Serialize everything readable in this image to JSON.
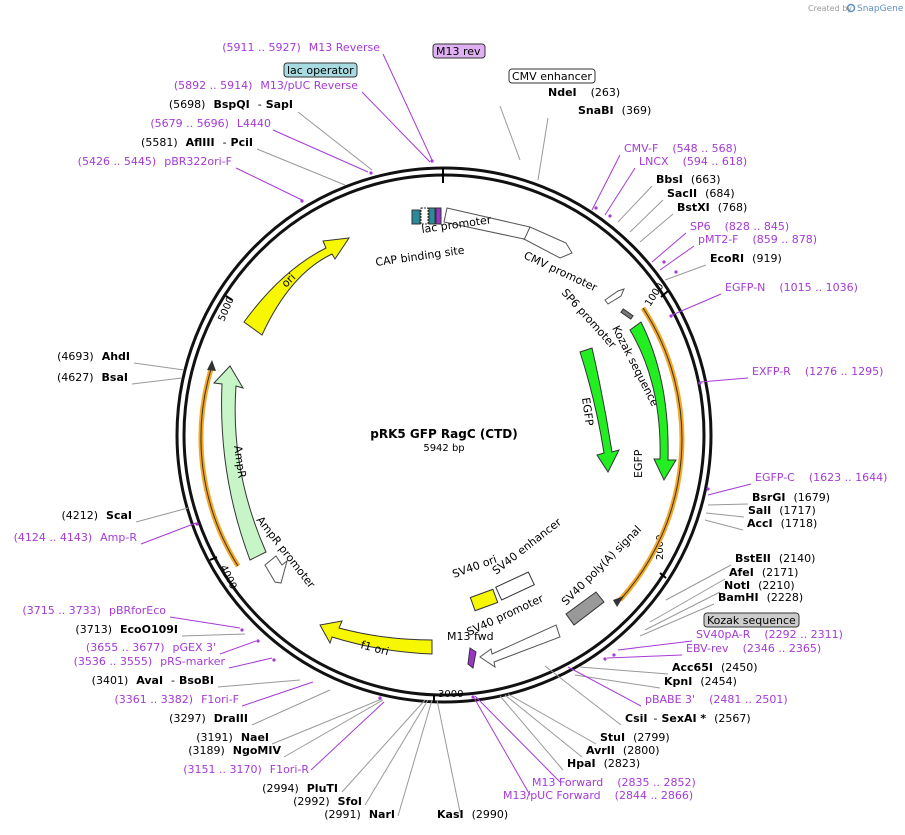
{
  "credit": {
    "prefix": "Created by",
    "brand": "SnapGene"
  },
  "plasmid": {
    "name": "pRK5 GFP RagC (CTD)",
    "size": "5942 bp"
  },
  "colors": {
    "primer": "#a53ad6",
    "enzyme": "#000000",
    "ori": "#f7f700",
    "egfp": "#22ee22",
    "ampr": "#c8f5c8",
    "orange": "#f5a623",
    "grey": "#999999",
    "arrow_outline": "#555555"
  },
  "ticks": [
    "1000",
    "2000",
    "3000",
    "4000",
    "5000"
  ],
  "boxed_labels": {
    "m13_rev": "M13 rev",
    "lac_operator": "lac operator",
    "cmv_enhancer": "CMV enhancer",
    "kozak_sequence": "Kozak sequence"
  },
  "features": {
    "lac_promoter": "lac promoter",
    "cap_binding_site": "CAP binding site",
    "cmv_promoter": "CMV promoter",
    "sp6_promoter": "SP6 promoter",
    "kozak_sequence": "Kozak sequence",
    "egfp_inner": "EGFP",
    "egfp_outer": "EGFP",
    "sv40_polya": "SV40 poly(A) signal",
    "sv40_ori": "SV40 ori",
    "sv40_enhancer": "SV40 enhancer",
    "sv40_promoter": "SV40 promoter",
    "m13_fwd": "M13 fwd",
    "f1_ori": "f1 ori",
    "ampr_promoter": "AmpR promoter",
    "ampr": "AmpR",
    "ori": "ori"
  },
  "right_labels": [
    {
      "pos": "(263)",
      "name": "NdeI",
      "kind": "enzyme"
    },
    {
      "pos": "(369)",
      "name": "SnaBI",
      "kind": "enzyme"
    },
    {
      "name": "CMV-F",
      "pos": "(548 .. 568)",
      "kind": "primer"
    },
    {
      "name": "LNCX",
      "pos": "(594 .. 618)",
      "kind": "primer"
    },
    {
      "name": "BbsI",
      "pos": "(663)",
      "kind": "enzyme"
    },
    {
      "name": "SacII",
      "pos": "(684)",
      "kind": "enzyme"
    },
    {
      "name": "BstXI",
      "pos": "(768)",
      "kind": "enzyme"
    },
    {
      "name": "SP6",
      "pos": "(828 .. 845)",
      "kind": "primer"
    },
    {
      "name": "pMT2-F",
      "pos": "(859 .. 878)",
      "kind": "primer"
    },
    {
      "name": "EcoRI",
      "pos": "(919)",
      "kind": "enzyme"
    },
    {
      "name": "EGFP-N",
      "pos": "(1015 .. 1036)",
      "kind": "primer"
    },
    {
      "name": "EXFP-R",
      "pos": "(1276 .. 1295)",
      "kind": "primer"
    },
    {
      "name": "EGFP-C",
      "pos": "(1623 .. 1644)",
      "kind": "primer"
    },
    {
      "name": "BsrGI",
      "pos": "(1679)",
      "kind": "enzyme"
    },
    {
      "name": "SalI",
      "pos": "(1717)",
      "kind": "enzyme"
    },
    {
      "name": "AccI",
      "pos": "(1718)",
      "kind": "enzyme"
    },
    {
      "name": "BstEII",
      "pos": "(2140)",
      "kind": "enzyme"
    },
    {
      "name": "AfeI",
      "pos": "(2171)",
      "kind": "enzyme"
    },
    {
      "name": "NotI",
      "pos": "(2210)",
      "kind": "enzyme"
    },
    {
      "name": "BamHI",
      "pos": "(2228)",
      "kind": "enzyme"
    },
    {
      "name": "SV40pA-R",
      "pos": "(2292 .. 2311)",
      "kind": "primer"
    },
    {
      "name": "EBV-rev",
      "pos": "(2346 .. 2365)",
      "kind": "primer"
    },
    {
      "name": "Acc65I",
      "pos": "(2450)",
      "kind": "enzyme"
    },
    {
      "name": "KpnI",
      "pos": "(2454)",
      "kind": "enzyme"
    },
    {
      "name": "pBABE 3'",
      "pos": "(2481 .. 2501)",
      "kind": "primer"
    },
    {
      "name": "CsiI",
      "sep": "-",
      "name2": "SexAI *",
      "pos": "(2567)",
      "kind": "enzyme"
    },
    {
      "name": "StuI",
      "pos": "(2799)",
      "kind": "enzyme"
    },
    {
      "name": "AvrII",
      "pos": "(2800)",
      "kind": "enzyme"
    },
    {
      "name": "HpaI",
      "pos": "(2823)",
      "kind": "enzyme"
    },
    {
      "name": "M13 Forward",
      "pos": "(2835 .. 2852)",
      "kind": "primer"
    },
    {
      "name": "M13/pUC Forward",
      "pos": "(2844 .. 2866)",
      "kind": "primer"
    },
    {
      "name": "KasI",
      "pos": "(2990)",
      "kind": "enzyme"
    }
  ],
  "left_labels": [
    {
      "pos": "(5911 .. 5927)",
      "name": "M13 Reverse",
      "kind": "primer"
    },
    {
      "pos": "(5892 .. 5914)",
      "name": "M13/pUC Reverse",
      "kind": "primer"
    },
    {
      "pos": "(5698)",
      "name": "BspQI",
      "sep": "-",
      "name2": "SapI",
      "kind": "enzyme"
    },
    {
      "pos": "(5679 .. 5696)",
      "name": "L4440",
      "kind": "primer"
    },
    {
      "pos": "(5581)",
      "name": "AflIII",
      "sep": "-",
      "name2": "PciI",
      "kind": "enzyme"
    },
    {
      "pos": "(5426 .. 5445)",
      "name": "pBR322ori-F",
      "kind": "primer"
    },
    {
      "pos": "(4693)",
      "name": "AhdI",
      "kind": "enzyme"
    },
    {
      "pos": "(4627)",
      "name": "BsaI",
      "kind": "enzyme"
    },
    {
      "pos": "(4212)",
      "name": "ScaI",
      "kind": "enzyme"
    },
    {
      "pos": "(4124 .. 4143)",
      "name": "Amp-R",
      "kind": "primer"
    },
    {
      "pos": "(3715 .. 3733)",
      "name": "pBRforEco",
      "kind": "primer"
    },
    {
      "pos": "(3713)",
      "name": "EcoO109I",
      "kind": "enzyme"
    },
    {
      "pos": "(3655 .. 3677)",
      "name": "pGEX 3'",
      "kind": "primer"
    },
    {
      "pos": "(3536 .. 3555)",
      "name": "pRS-marker",
      "kind": "primer"
    },
    {
      "pos": "(3401)",
      "name": "AvaI",
      "sep": "-",
      "name2": "BsoBI",
      "kind": "enzyme"
    },
    {
      "pos": "(3361 .. 3382)",
      "name": "F1ori-F",
      "kind": "primer"
    },
    {
      "pos": "(3297)",
      "name": "DraIII",
      "kind": "enzyme"
    },
    {
      "pos": "(3191)",
      "name": "NaeI",
      "kind": "enzyme"
    },
    {
      "pos": "(3189)",
      "name": "NgoMIV",
      "kind": "enzyme"
    },
    {
      "pos": "(3151 .. 3170)",
      "name": "F1ori-R",
      "kind": "primer"
    },
    {
      "pos": "(2994)",
      "name": "PluTI",
      "kind": "enzyme"
    },
    {
      "pos": "(2992)",
      "name": "SfoI",
      "kind": "enzyme"
    },
    {
      "pos": "(2991)",
      "name": "NarI",
      "kind": "enzyme"
    }
  ]
}
